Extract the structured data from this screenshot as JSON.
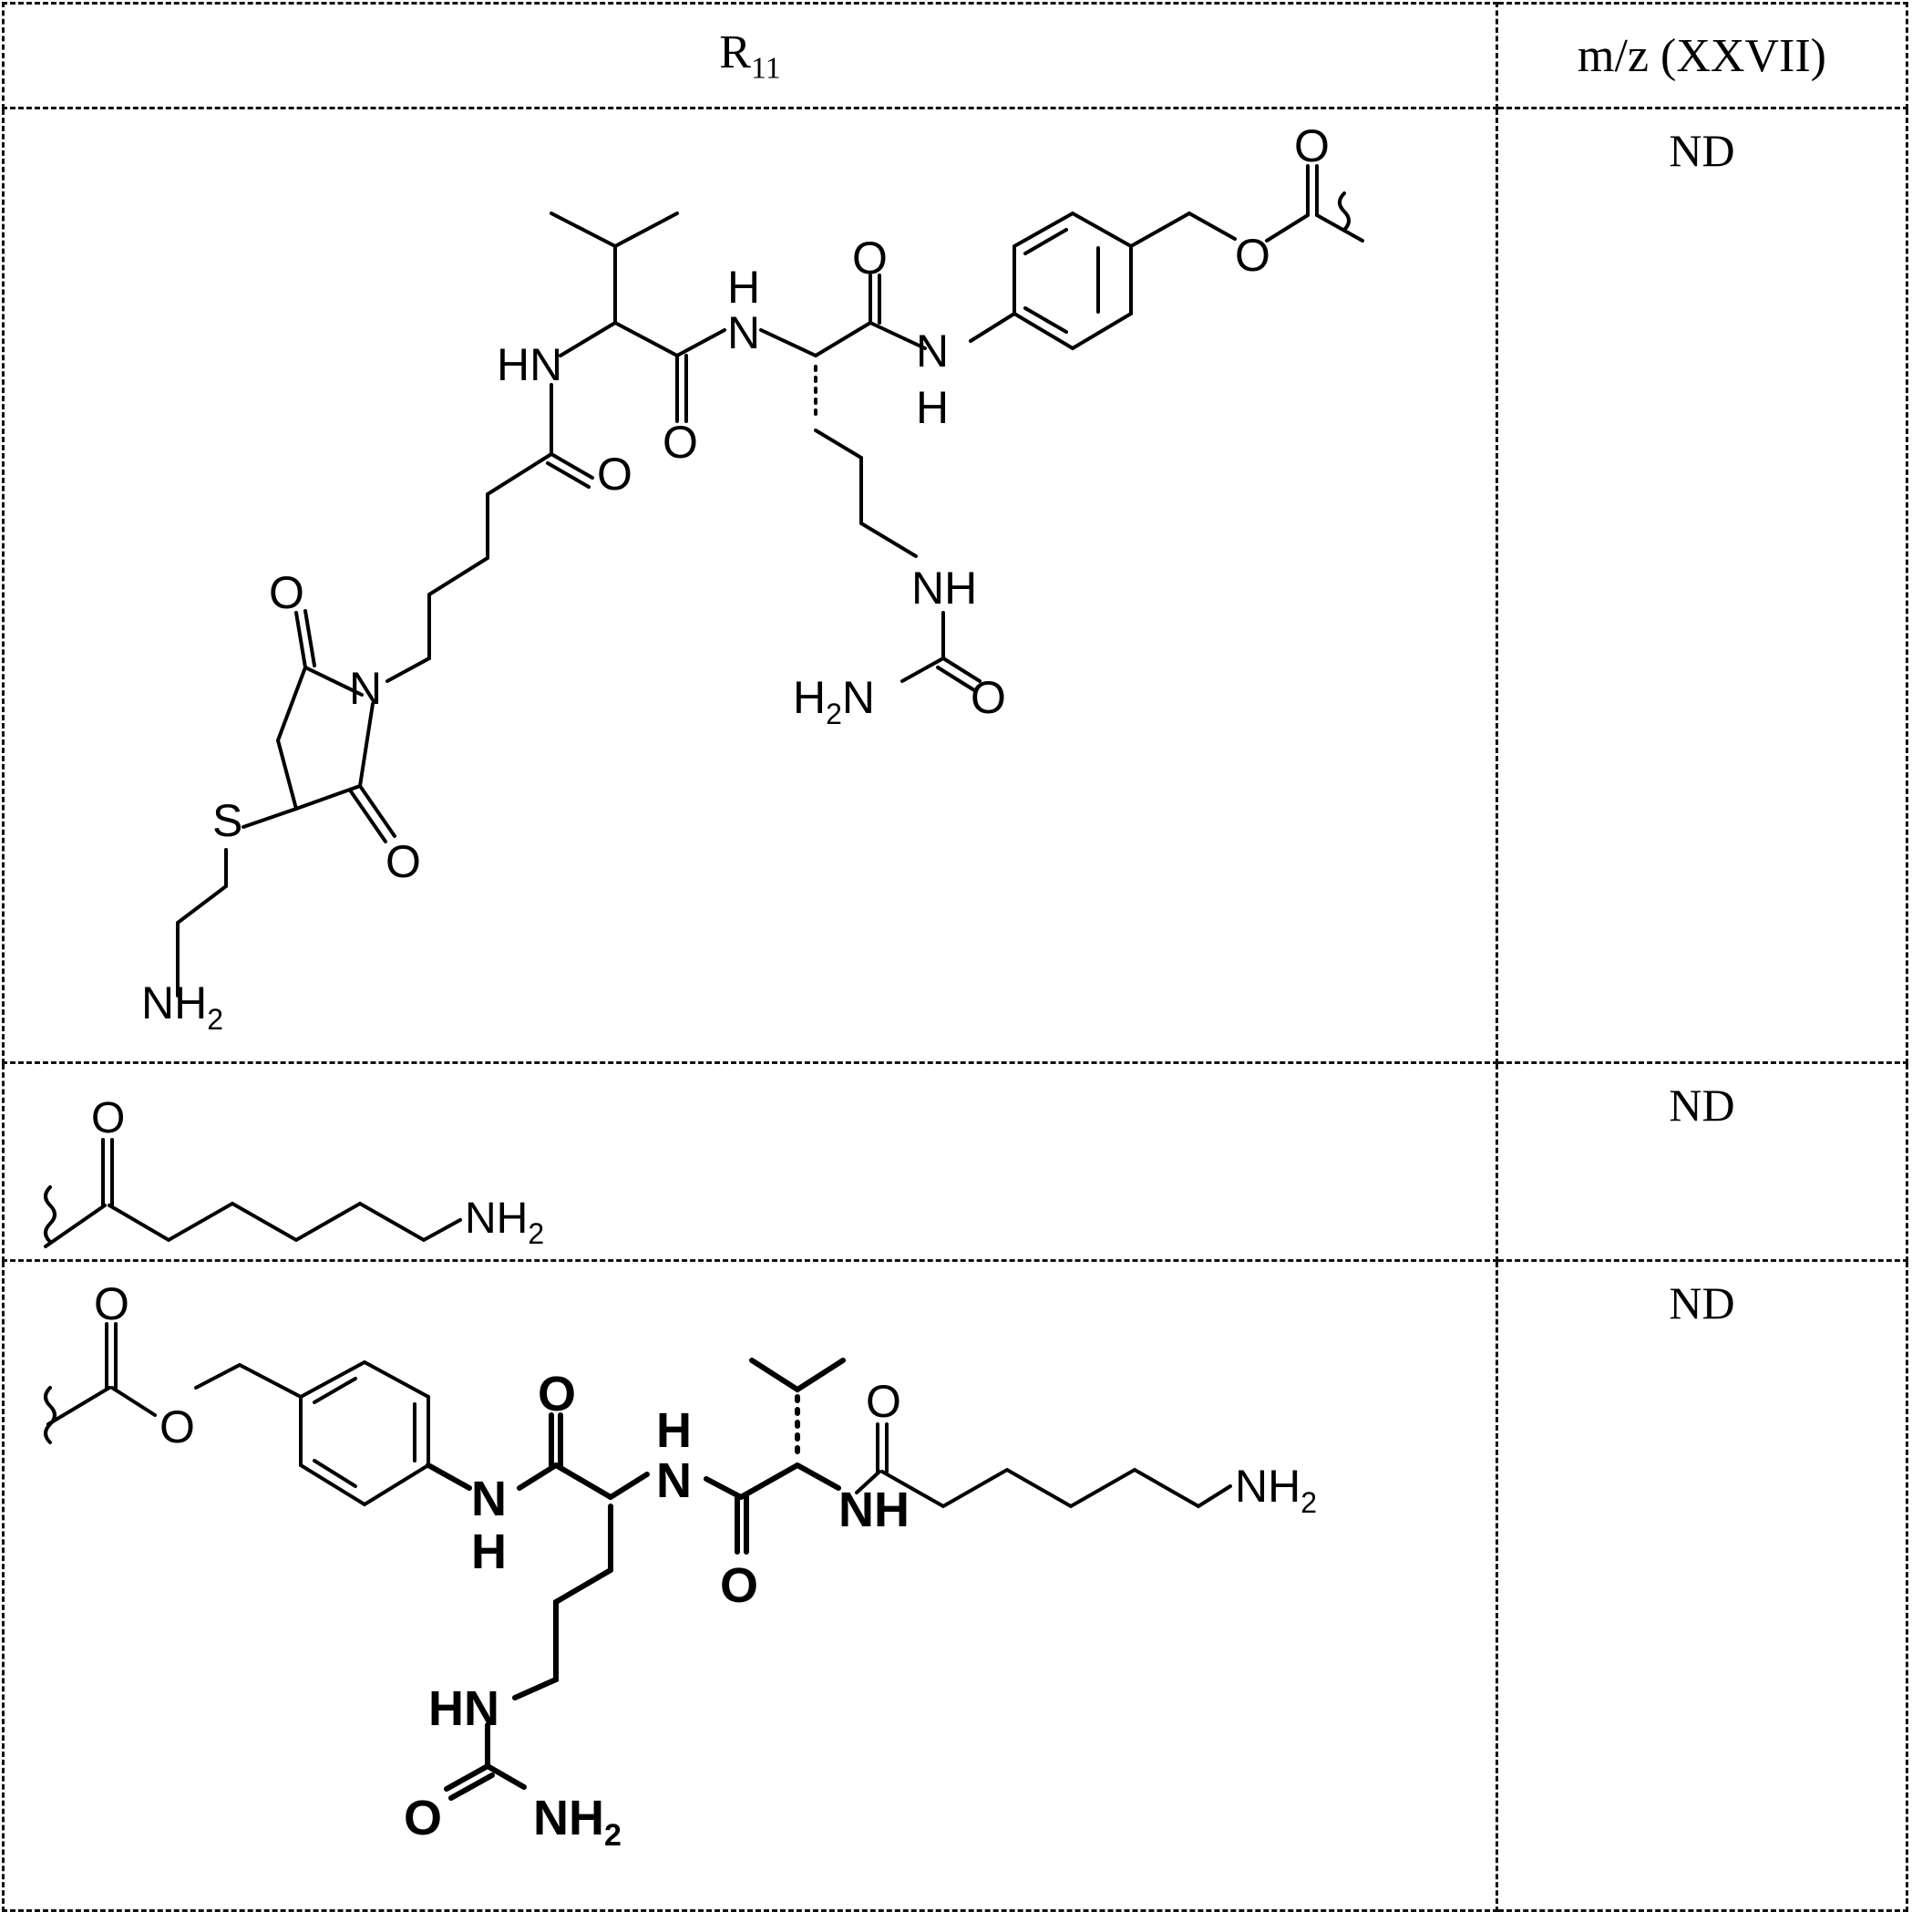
{
  "table": {
    "headers": {
      "r_group": {
        "base": "R",
        "subscript": "11"
      },
      "mz": "m/z (XXVII)"
    },
    "rows": [
      {
        "structure_name": "maleimidocaproyl-Val-Cit-PABC with cysteamine thioether (succinimide-S-CH2CH2NH2)",
        "mz": "ND",
        "labels": {
          "o1": "O",
          "o2": "O",
          "o3": "O",
          "o4": "O",
          "o5": "O",
          "o6": "O",
          "o7": "O",
          "o8": "O",
          "hn": "HN",
          "nh_top_h": "H",
          "nh_top_n": "N",
          "nh_anil_n": "N",
          "nh_anil_h": "H",
          "nh_urea": "NH",
          "h2n": "H",
          "h2n_sub": "2",
          "h2n_n": "N",
          "n_imide": "N",
          "s": "S",
          "nh2": "NH",
          "nh2_sub": "2"
        }
      },
      {
        "structure_name": "6-aminohexanoyl",
        "mz": "ND",
        "labels": {
          "o": "O",
          "nh2": "NH",
          "nh2_sub": "2"
        }
      },
      {
        "structure_name": "PABC-Cit-Val-6-aminohexanoyl",
        "mz": "ND",
        "labels": {
          "o1": "O",
          "o2": "O",
          "o3": "O",
          "o4": "O",
          "o5": "O",
          "o6": "O",
          "nh_anil_n": "N",
          "nh_anil_h": "H",
          "hn_top_h": "H",
          "hn_top_n": "N",
          "nh": "NH",
          "nh2": "NH",
          "nh2_sub": "2",
          "hn_urea": "HN",
          "nh2b": "NH",
          "nh2b_sub": "2"
        }
      }
    ]
  }
}
